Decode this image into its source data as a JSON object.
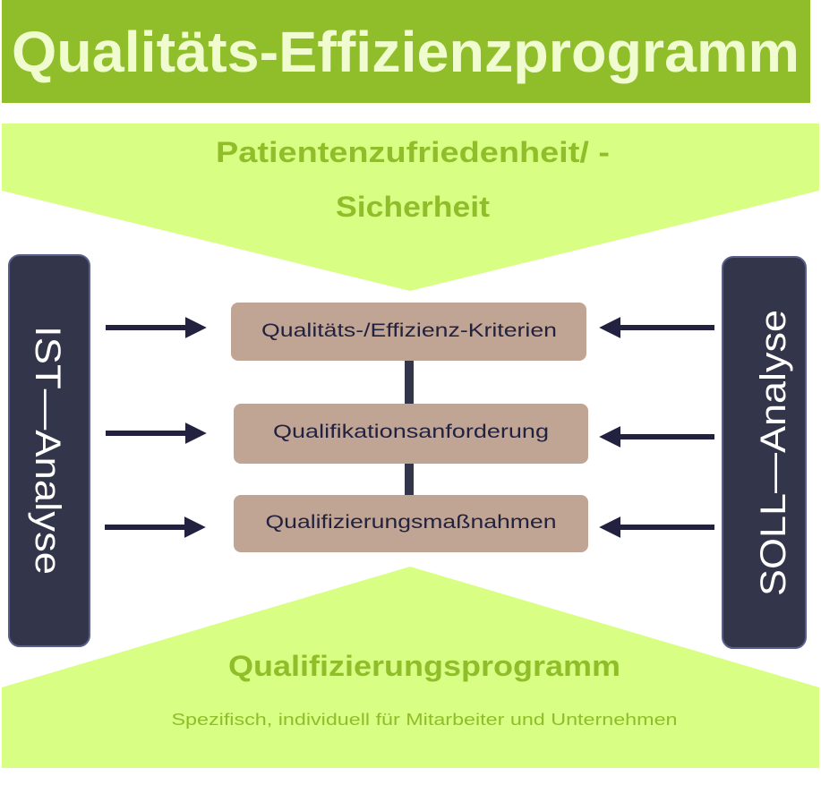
{
  "title": "Qualitäts-Effizienzprogramm",
  "top_banner": {
    "line1": "Patientenzufriedenheit/ -",
    "line2": "Sicherheit"
  },
  "left_pillar": "IST—Analyse",
  "right_pillar": "SOLL—Analyse",
  "boxes": [
    "Qualitäts-/Effizienz-Kriterien",
    "Qualifikationsanforderung",
    "Qualifizierungsmaßnahmen"
  ],
  "bottom_banner": {
    "title": "Qualifizierungsprogramm",
    "subtitle": "Spezifisch, individuell für Mitarbeiter und Unternehmen"
  },
  "colors": {
    "title_bg": "#8fbe2a",
    "title_text": "#f0fccf",
    "banner": "#d8fe84",
    "banner_text": "#8fbe2a",
    "pillar": "#33364a",
    "box": "#c0a594",
    "arrow": "#22213f"
  }
}
